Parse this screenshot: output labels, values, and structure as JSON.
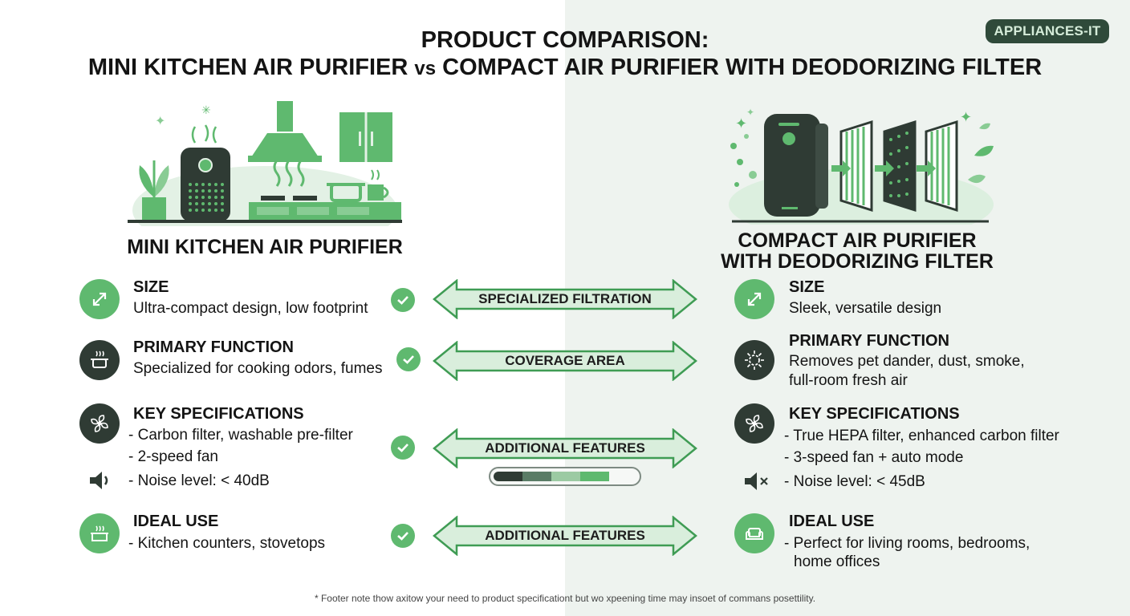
{
  "brand": "APPLIANCES-IT",
  "title": {
    "line1": "PRODUCT COMPARISON:",
    "line2_a": "MINI KITCHEN AIR PURIFIER",
    "line2_vs": "vs",
    "line2_b": "COMPACT AIR PURIFIER WITH DEODORIZING FILTER"
  },
  "left": {
    "title": "MINI KITCHEN AIR PURIFIER",
    "size": {
      "head": "SIZE",
      "text": "Ultra-compact design, low footprint"
    },
    "function": {
      "head": "PRIMARY FUNCTION",
      "text": "Specialized for cooking odors, fumes"
    },
    "specs": {
      "head": "KEY SPECIFICATIONS",
      "items": [
        "- Carbon filter, washable pre-filter",
        "- 2-speed fan",
        "- Noise level: < 40dB"
      ]
    },
    "use": {
      "head": "IDEAL USE",
      "text": "- Kitchen counters, stovetops"
    }
  },
  "right": {
    "title_line1": "COMPACT AIR PURIFIER",
    "title_line2": "WITH DEODORIZING FILTER",
    "size": {
      "head": "SIZE",
      "text": "Sleek, versatile design"
    },
    "function": {
      "head": "PRIMARY FUNCTION",
      "lines": [
        "Removes pet dander, dust, smoke,",
        "full-room fresh air"
      ]
    },
    "specs": {
      "head": "KEY SPECIFICATIONS",
      "items": [
        "- True HEPA filter, enhanced carbon filter",
        "- 3-speed fan + auto mode",
        "- Noise level: < 45dB"
      ]
    },
    "use": {
      "head": "IDEAL USE",
      "lines": [
        "- Perfect for living rooms, bedrooms,",
        "home offices"
      ]
    }
  },
  "compare": {
    "row1": "SPECIALIZED FILTRATION",
    "row2": "COVERAGE AREA",
    "row3": "ADDITIONAL FEATURES",
    "row4": "ADDITIONAL FEATURES"
  },
  "meter": {
    "segments": [
      "#2f3b34",
      "#5a7c66",
      "#9ccaa3",
      "#5fb96f",
      "#f6f8f6"
    ]
  },
  "footer": "* Footer note thow axitow your need to product specificationt but wo xpeening time may insoet of commans posettility.",
  "colors": {
    "accent": "#5fb96f",
    "dark": "#2f3b34",
    "arrow_fill": "#d9eedc",
    "arrow_stroke": "#3f9c54"
  },
  "icons": [
    "expand-arrows-icon",
    "cooking-pot-icon",
    "fan-icon",
    "speaker-icon",
    "stove-icon",
    "check-icon",
    "virus-icon",
    "muted-speaker-icon",
    "sofa-icon"
  ]
}
